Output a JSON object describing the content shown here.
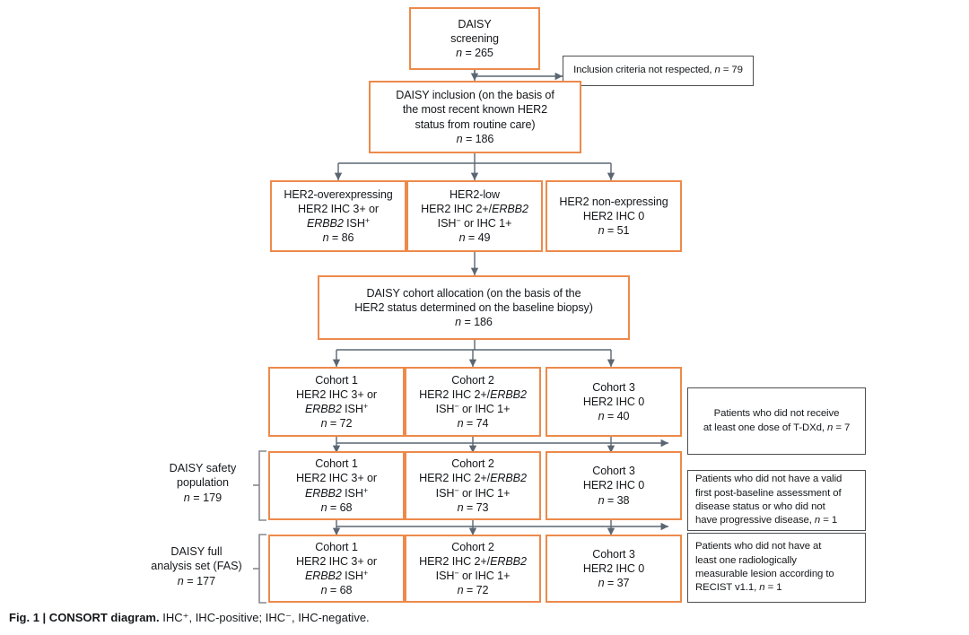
{
  "figure": {
    "caption_bold": "Fig. 1 | CONSORT diagram.",
    "caption_rest": " IHC⁺, IHC-positive; IHC⁻, IHC-negative.",
    "colors": {
      "orange_border": "#ED8A4B",
      "grey_border": "#4c4f52",
      "connector": "#5a6672",
      "text": "#15171a"
    }
  },
  "nodes": {
    "screening": {
      "l1": "DAISY",
      "l2": "screening",
      "l3_n": "n",
      "l3_val": " = 265"
    },
    "excluded_screening": {
      "text": "Inclusion criteria not respected, ",
      "n": "n",
      "val": " = 79"
    },
    "inclusion": {
      "l1": "DAISY inclusion (on the basis of",
      "l2": "the most recent known HER2",
      "l3": "status from routine care)",
      "l4_n": "n",
      "l4_val": " = 186"
    },
    "status_groups": [
      {
        "l1": "HER2-overexpressing",
        "l2": "HER2 IHC 3+ or",
        "l3_italic": "ERBB2",
        "l3_rest": " ISH",
        "l3_sup": "+",
        "n": "n",
        "val": " = 86"
      },
      {
        "l1": "HER2-low",
        "l2a": "HER2 IHC 2+/",
        "l2b_italic": "ERBB2",
        "l3": "ISH",
        "l3_sup": "−",
        "l3_rest": " or IHC 1+",
        "n": "n",
        "val": " = 49"
      },
      {
        "l1": "HER2 non-expressing",
        "l2": "HER2 IHC 0",
        "n": "n",
        "val": " = 51"
      }
    ],
    "allocation": {
      "l1": "DAISY cohort allocation (on the basis of the",
      "l2": "HER2 status determined on the baseline biopsy)",
      "l3_n": "n",
      "l3_val": " = 186"
    },
    "cohort_rows": [
      {
        "row_id": "allocated",
        "cohorts": [
          {
            "title": "Cohort 1",
            "l2": "HER2 IHC 3+ or",
            "l3_italic": "ERBB2",
            "l3_rest": " ISH",
            "l3_sup": "+",
            "n": "n",
            "val": " = 72"
          },
          {
            "title": "Cohort 2",
            "l2a": "HER2 IHC 2+/",
            "l2b_italic": "ERBB2",
            "l3": "ISH",
            "l3_sup": "−",
            "l3_rest": " or IHC 1+",
            "n": "n",
            "val": " = 74"
          },
          {
            "title": "Cohort 3",
            "l2": "HER2 IHC 0",
            "n": "n",
            "val": " = 40"
          }
        ]
      },
      {
        "row_id": "safety",
        "cohorts": [
          {
            "title": "Cohort 1",
            "l2": "HER2 IHC 3+ or",
            "l3_italic": "ERBB2",
            "l3_rest": " ISH",
            "l3_sup": "+",
            "n": "n",
            "val": " = 68"
          },
          {
            "title": "Cohort 2",
            "l2a": "HER2 IHC 2+/",
            "l2b_italic": "ERBB2",
            "l3": "ISH",
            "l3_sup": "−",
            "l3_rest": " or IHC 1+",
            "n": "n",
            "val": " = 73"
          },
          {
            "title": "Cohort 3",
            "l2": "HER2 IHC 0",
            "n": "n",
            "val": " = 38"
          }
        ]
      },
      {
        "row_id": "fas",
        "cohorts": [
          {
            "title": "Cohort 1",
            "l2": "HER2 IHC 3+ or",
            "l3_italic": "ERBB2",
            "l3_rest": " ISH",
            "l3_sup": "+",
            "n": "n",
            "val": " = 68"
          },
          {
            "title": "Cohort 2",
            "l2a": "HER2 IHC 2+/",
            "l2b_italic": "ERBB2",
            "l3": "ISH",
            "l3_sup": "−",
            "l3_rest": " or IHC 1+",
            "n": "n",
            "val": " = 72"
          },
          {
            "title": "Cohort 3",
            "l2": "HER2 IHC 0",
            "n": "n",
            "val": " = 37"
          }
        ]
      }
    ],
    "side_labels": [
      {
        "id": "safety-population",
        "l1": "DAISY safety",
        "l2": "population",
        "n": "n",
        "val": " = 179"
      },
      {
        "id": "full-analysis-set",
        "l1": "DAISY full",
        "l2": "analysis set (FAS)",
        "n": "n",
        "val": " = 177"
      }
    ],
    "exclusion_notes": [
      {
        "id": "no-tdxd-dose",
        "lines": [
          "Patients who did not receive",
          "at least one dose of T-DXd, "
        ],
        "n": "n",
        "val": " = 7",
        "align": "center"
      },
      {
        "id": "no-valid-assessment",
        "lines": [
          "Patients who did not have a valid",
          "first post-baseline assessment of",
          "disease status or who did not",
          "have progressive disease, "
        ],
        "n": "n",
        "val": " = 1",
        "align": "left"
      },
      {
        "id": "no-measurable-lesion",
        "lines": [
          "Patients who did not have at",
          "least one radiologically",
          "measurable lesion according to",
          "RECIST v1.1, "
        ],
        "n": "n",
        "val": " = 1",
        "align": "left"
      }
    ]
  }
}
